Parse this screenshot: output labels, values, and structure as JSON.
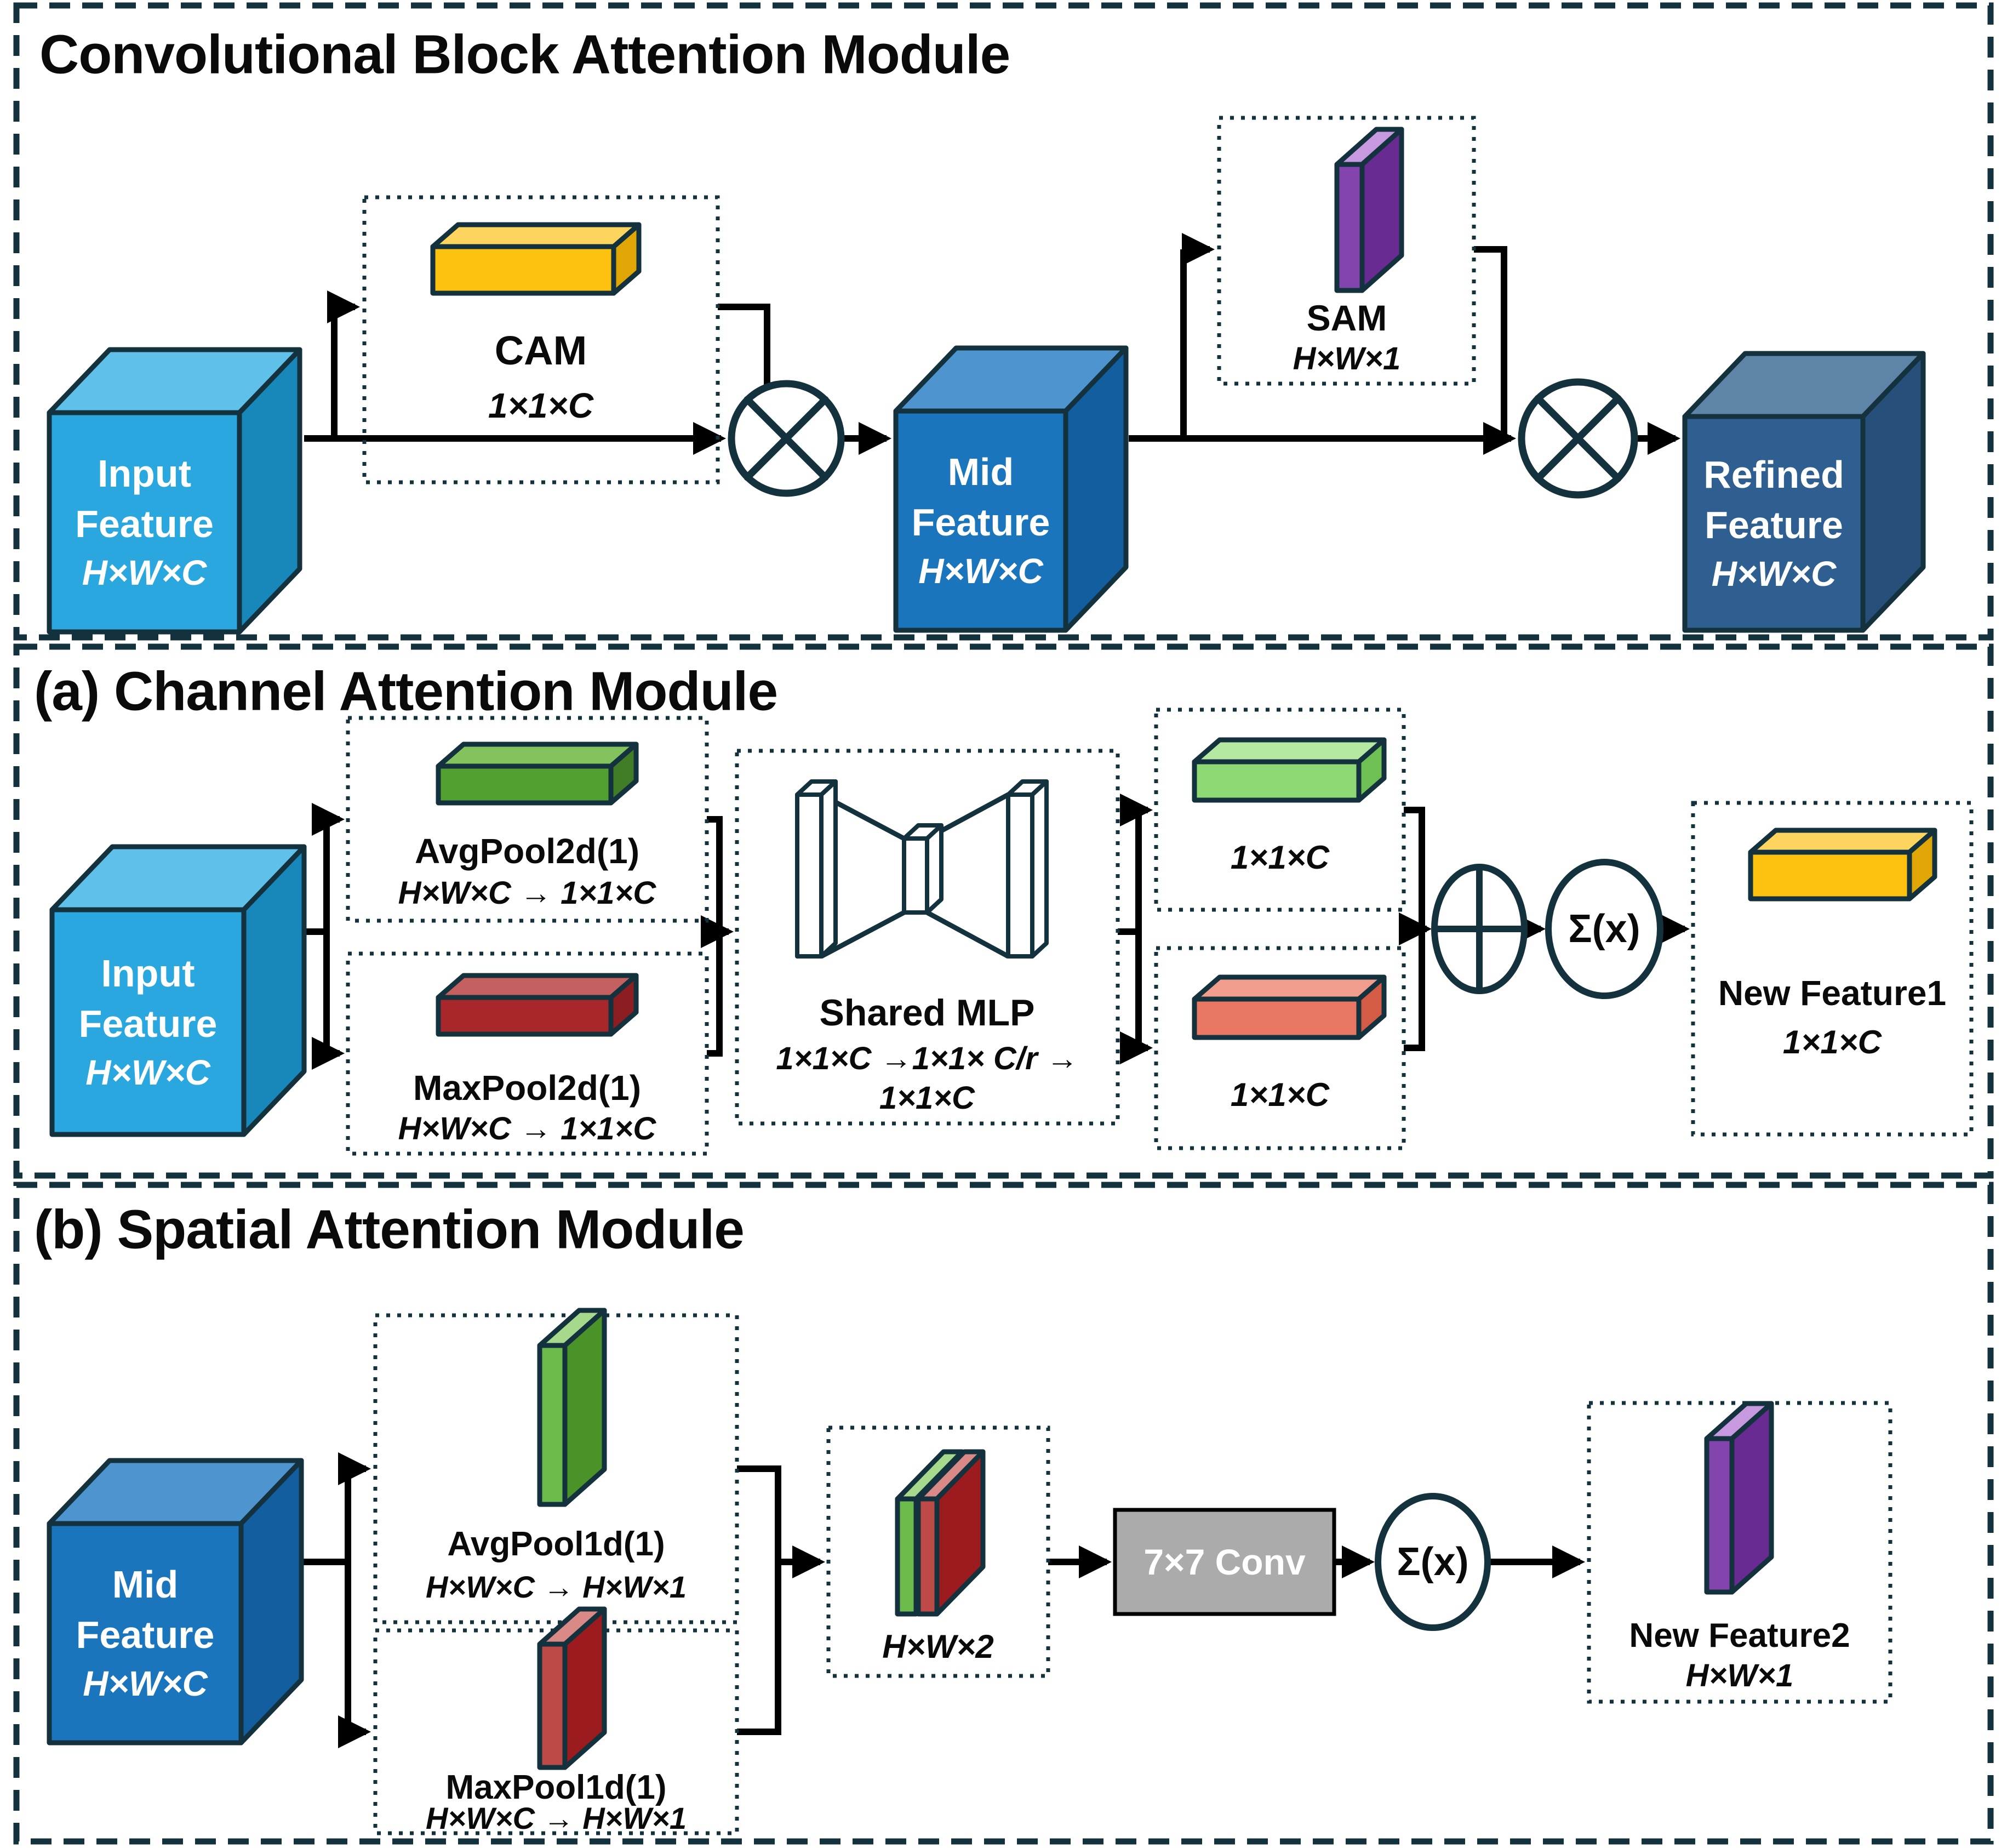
{
  "cbam": {
    "title": "Convolutional Block Attention Module",
    "input_cube": [
      "Input",
      "Feature",
      "H×W×C"
    ],
    "cam": {
      "label": "CAM",
      "dims": "1×1×C"
    },
    "mid_cube": [
      "Mid",
      "Feature",
      "H×W×C"
    ],
    "sam": {
      "label": "SAM",
      "dims": "H×W×1"
    },
    "refined_cube": [
      "Refined",
      "Feature",
      "H×W×C"
    ]
  },
  "cam_module": {
    "title": "(a) Channel Attention Module",
    "input_cube": [
      "Input",
      "Feature",
      "H×W×C"
    ],
    "avgpool": {
      "label": "AvgPool2d(1)",
      "dims": "H×W×C → 1×1×C"
    },
    "maxpool": {
      "label": "MaxPool2d(1)",
      "dims": "H×W×C → 1×1×C"
    },
    "mlp": {
      "label": "Shared MLP",
      "dims_line1": "1×1×C →1×1× C/r →",
      "dims_line2": "1×1×C"
    },
    "avg_out": {
      "dims": "1×1×C"
    },
    "max_out": {
      "dims": "1×1×C"
    },
    "sigma": "Σ(x)",
    "new_feature": {
      "label": "New Feature1",
      "dims": "1×1×C"
    }
  },
  "sam_module": {
    "title": "(b) Spatial Attention Module",
    "mid_cube": [
      "Mid",
      "Feature",
      "H×W×C"
    ],
    "avgpool": {
      "label": "AvgPool1d(1)",
      "dims": "H×W×C → H×W×1"
    },
    "maxpool": {
      "label": "MaxPool1d(1)",
      "dims": "H×W×C → H×W×1"
    },
    "concat": {
      "dims": "H×W×2"
    },
    "conv": {
      "label": "7×7 Conv"
    },
    "sigma": "Σ(x)",
    "new_feature": {
      "label": "New Feature2",
      "dims": "H×W×1"
    }
  },
  "colors": {
    "border": "#14313e",
    "arrow": "#000000",
    "cyan_front": "#2aa7df",
    "cyan_top": "#5fc0ea",
    "cyan_side": "#1887ba",
    "blue_front": "#1b75bc",
    "blue_top": "#4e95cf",
    "blue_side": "#135e9e",
    "steel_front": "#2e5f90",
    "steel_top": "#5e84a8",
    "steel_side": "#264f79",
    "yellow_front": "#fdc110",
    "yellow_top": "#fdd55e",
    "yellow_side": "#e0a606",
    "green_front": "#53a032",
    "green_top": "#82c35d",
    "green_side": "#417d26",
    "lightgreen_front": "#8fd974",
    "lightgreen_top": "#b5e8a1",
    "lightgreen_side": "#6fc054",
    "red_front": "#a8272b",
    "red_top": "#c4605f",
    "red_side": "#8c1d20",
    "salmon_front": "#e87763",
    "salmon_top": "#f19d8e",
    "salmon_side": "#d45b46",
    "sgreen_strip": "#6cba4c",
    "sgreen_face": "#4a9329",
    "sgreen_top": "#a6d98b",
    "sred_strip": "#bd4a46",
    "sred_face": "#9b1b1e",
    "sred_top": "#d98a86",
    "purple_strip": "#8444ad",
    "purple_face": "#672b91",
    "purple_top": "#c79ae0",
    "gray_box": "#ababab"
  }
}
